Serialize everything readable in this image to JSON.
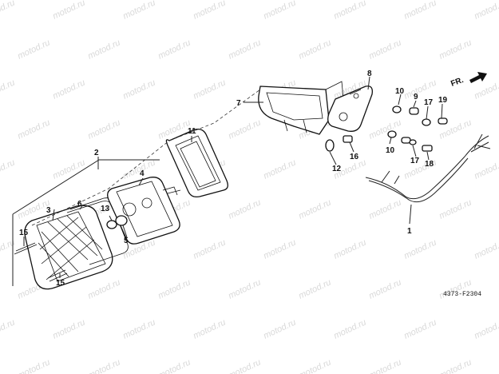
{
  "diagram": {
    "watermark": "motod.ru",
    "direction_label": "FR.",
    "drawing_code": "4373-F2304",
    "callouts": [
      {
        "id": "c1",
        "label": "1"
      },
      {
        "id": "c2",
        "label": "2"
      },
      {
        "id": "c3",
        "label": "3"
      },
      {
        "id": "c4",
        "label": "4"
      },
      {
        "id": "c5",
        "label": "5"
      },
      {
        "id": "c6",
        "label": "6"
      },
      {
        "id": "c7",
        "label": "7"
      },
      {
        "id": "c8",
        "label": "8"
      },
      {
        "id": "c9",
        "label": "9"
      },
      {
        "id": "c10a",
        "label": "10"
      },
      {
        "id": "c10b",
        "label": "10"
      },
      {
        "id": "c11",
        "label": "11"
      },
      {
        "id": "c12",
        "label": "12"
      },
      {
        "id": "c13",
        "label": "13"
      },
      {
        "id": "c15a",
        "label": "15"
      },
      {
        "id": "c15b",
        "label": "15"
      },
      {
        "id": "c16",
        "label": "16"
      },
      {
        "id": "c17a",
        "label": "17"
      },
      {
        "id": "c17b",
        "label": "17"
      },
      {
        "id": "c18",
        "label": "18"
      },
      {
        "id": "c19",
        "label": "19"
      }
    ]
  }
}
